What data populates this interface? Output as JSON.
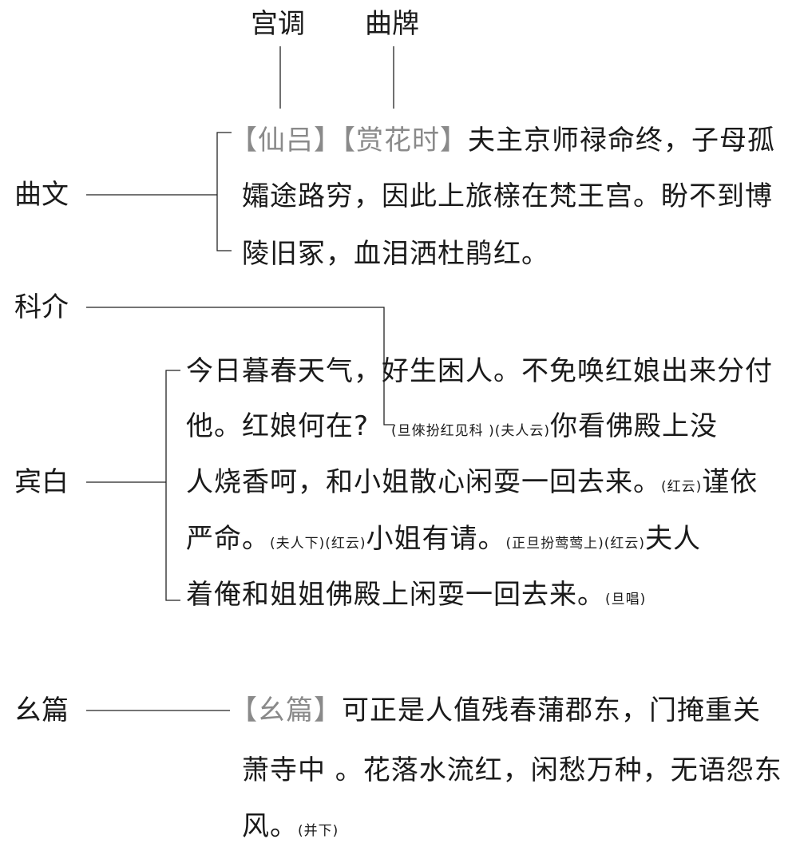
{
  "labels": {
    "gongdiao": "宫调",
    "qupai": "曲牌",
    "quwen": "曲文",
    "kejie": "科介",
    "binbai": "宾白",
    "yaopian": "幺篇"
  },
  "quwen": {
    "bracket_open": "【",
    "gongdiao_text": "仙吕",
    "bracket_mid": "】【",
    "qupai_text": "赏花时",
    "bracket_close": "】",
    "line1_rest": "夫主京师禄命终，子母孤",
    "line2": "孀途路穷，因此上旅榇在梵王宫。盼不到博",
    "line3": "陵旧冢，血泪洒杜鹃红。"
  },
  "binbai": {
    "l1a": "今日暮春天气，",
    "l1b": "好生困人。不免唤红娘出来分付",
    "l2a": "他。红娘何在?",
    "l2note1": "(旦倈扮红见科 )",
    "l2note2": "(夫人云)",
    "l2b": "你看佛殿上没",
    "l3a": "人烧香呵，和小姐散心闲耍一回去来。",
    "l3note": "(红云)",
    "l3b": "谨依",
    "l4a": "严命。",
    "l4note1": "(夫人下)",
    "l4note2": "(红云)",
    "l4b": "小姐有请。",
    "l4note3": "(正旦扮莺莺上)",
    "l4note4": "(红云)",
    "l4c": "夫人",
    "l5a": "着俺和姐姐佛殿上闲耍一回去来。",
    "l5note": "(旦唱)"
  },
  "yaopian": {
    "bracket_open": "【",
    "title": "幺篇",
    "bracket_close": "】",
    "line1_rest": "可正是人值残春蒲郡东，门掩重关",
    "line2": "萧寺中 。花落水流红，闲愁万种，无语怨东",
    "line3a": "风。",
    "line3note": "(并下)"
  }
}
